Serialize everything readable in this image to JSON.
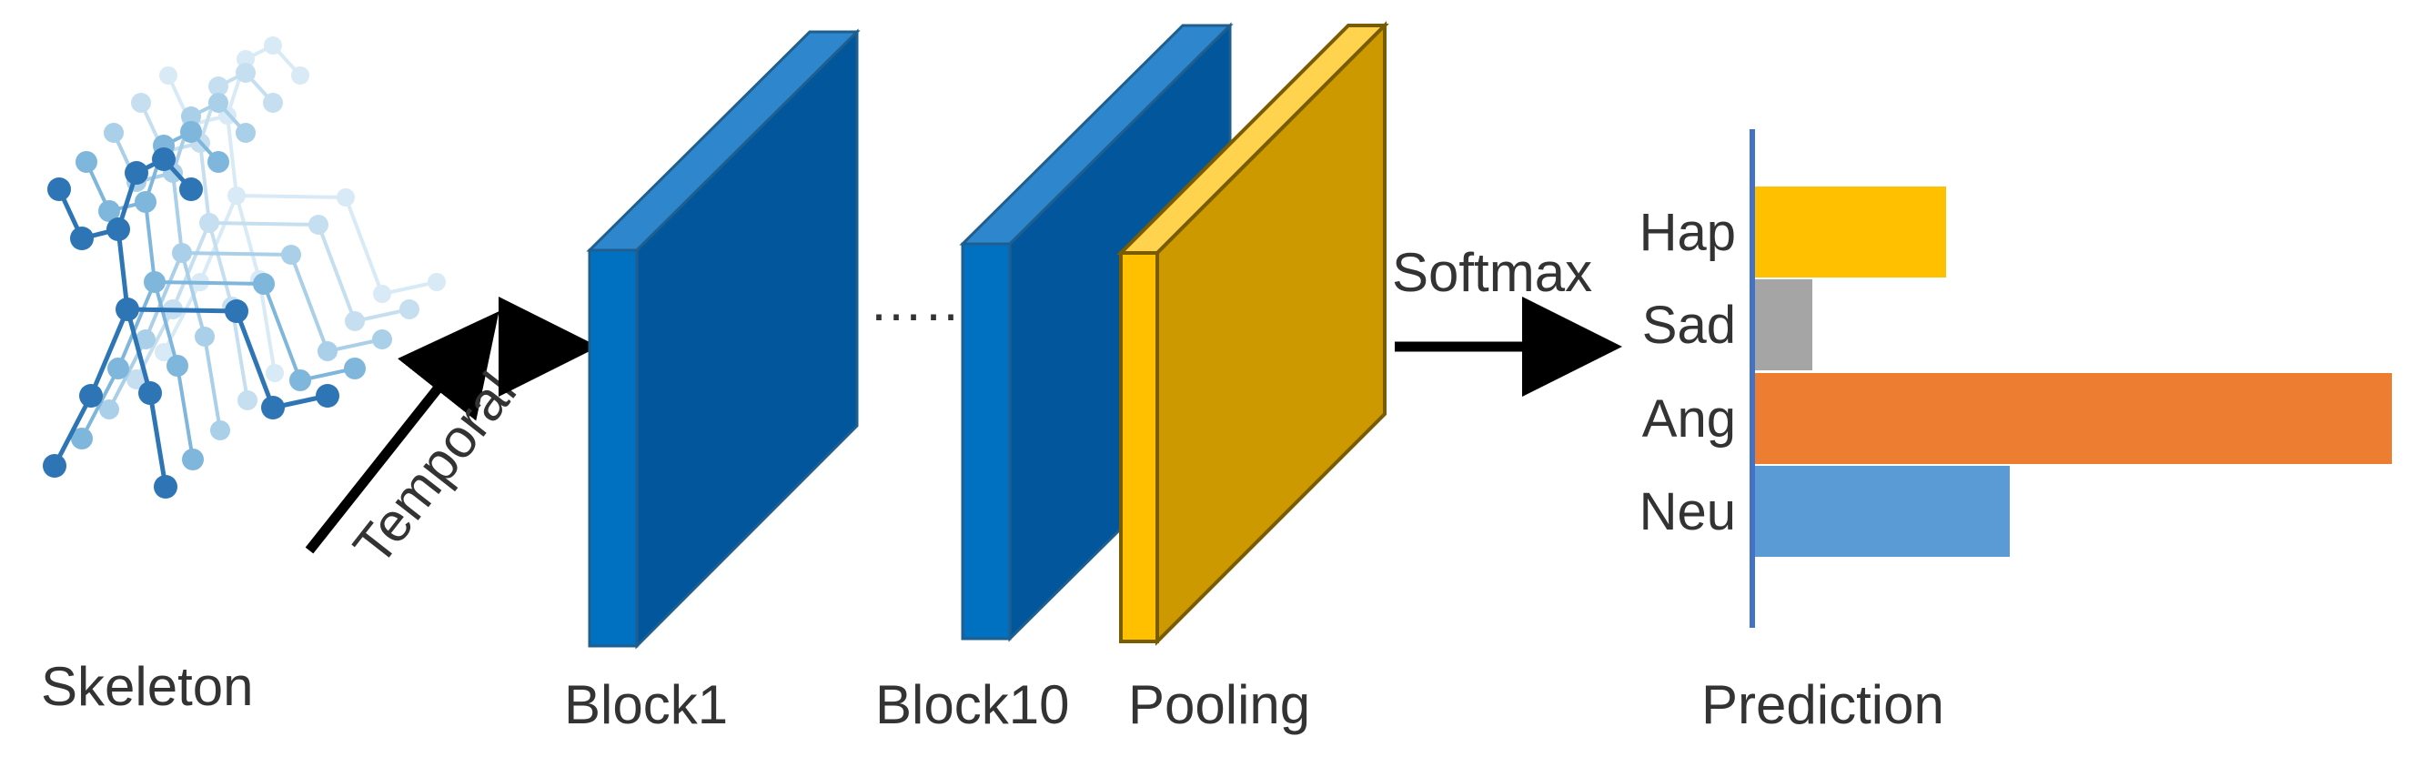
{
  "labels": {
    "skeleton": "Skeleton",
    "temporal": "Temporal",
    "block1": "Block1",
    "ellipsis": "……",
    "block10": "Block10",
    "pooling": "Pooling",
    "softmax": "Softmax",
    "prediction": "Prediction"
  },
  "colors": {
    "block_front": "#0070c0",
    "block_side": "#02569b",
    "block_top": "#2e86cc",
    "pool_front": "#ffc000",
    "pool_side": "#cc9900",
    "pool_top": "#ffd34d",
    "skeleton_dark": "#2e75b6",
    "skeleton_light": "#c5dff0",
    "axis": "#4472c4",
    "arrow": "#000000",
    "text": "#333333"
  },
  "chart_data": {
    "type": "bar",
    "orientation": "horizontal",
    "categories": [
      "Hap",
      "Sad",
      "Ang",
      "Neu"
    ],
    "values": [
      0.3,
      0.09,
      1.0,
      0.4
    ],
    "colors": [
      "#ffc000",
      "#a5a5a5",
      "#ed7d31",
      "#5b9bd5"
    ],
    "xlabel": "Prediction",
    "ylabel": "",
    "xlim": [
      0,
      1.0
    ]
  }
}
